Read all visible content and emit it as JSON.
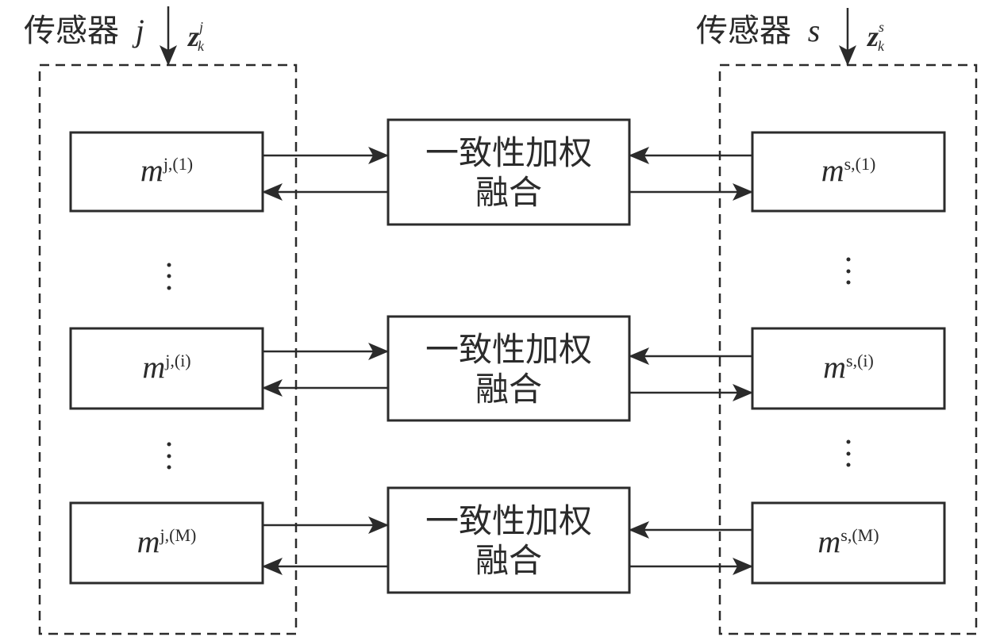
{
  "sensors": [
    {
      "id": "j",
      "label_prefix": "传感器",
      "label_symbol": "j",
      "measurement": {
        "base": "z",
        "sup": "j",
        "sub": "k"
      },
      "modules": [
        {
          "base": "m",
          "sup": "j,(1)"
        },
        {
          "base": "m",
          "sup": "j,(i)"
        },
        {
          "base": "m",
          "sup": "j,(M)"
        }
      ],
      "ellipsis": "⋮"
    },
    {
      "id": "s",
      "label_prefix": "传感器",
      "label_symbol": "s",
      "measurement": {
        "base": "z",
        "sup": "s",
        "sub": "k"
      },
      "modules": [
        {
          "base": "m",
          "sup": "s,(1)"
        },
        {
          "base": "m",
          "sup": "s,(i)"
        },
        {
          "base": "m",
          "sup": "s,(M)"
        }
      ],
      "ellipsis": "⋮"
    }
  ],
  "fusion_blocks": [
    {
      "line1": "一致性加权",
      "line2": "融合"
    },
    {
      "line1": "一致性加权",
      "line2": "融合"
    },
    {
      "line1": "一致性加权",
      "line2": "融合"
    }
  ],
  "colors": {
    "stroke": "#2b2b2b",
    "background": "#ffffff"
  }
}
